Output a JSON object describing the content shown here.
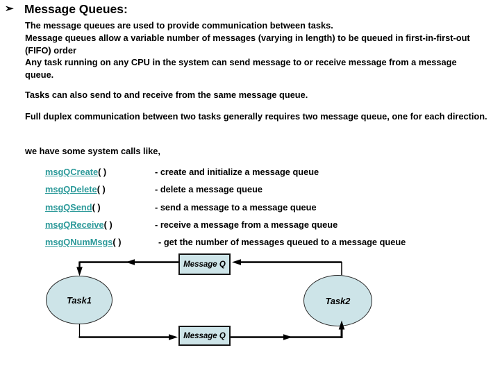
{
  "slide": {
    "bullet_icon": "➢",
    "title": "Message Queues:",
    "paragraphs": [
      "The message queues are used to provide communication between tasks.",
      "Message queues allow a variable number of messages (varying in length) to be queued in first-in-first-out (FIFO) order",
      "Any task running on any CPU in the system can send message to or receive message from a message queue.",
      "Tasks can also send to and receive from the same message queue.",
      "Full duplex communication between two tasks generally requires two message queue, one for each direction.",
      "we have some system calls like,"
    ],
    "system_calls": [
      {
        "name": "msgQCreate",
        "args": "( )",
        "desc": "- create and initialize a message queue"
      },
      {
        "name": "msgQDelete",
        "args": "( )",
        "desc": "- delete a message queue"
      },
      {
        "name": "msgQSend",
        "args": "( )",
        "desc": "- send a message to a message queue"
      },
      {
        "name": "msgQReceive",
        "args": "( )",
        "desc": "- receive a message from a message queue"
      },
      {
        "name": "msgQNumMsgs",
        "args": "( )",
        "desc": "- get the number of messages queued to a message queue"
      }
    ],
    "diagram": {
      "task1_label": "Task1",
      "task2_label": "Task2",
      "queue_top_label": "Message Q",
      "queue_bottom_label": "Message Q"
    },
    "colors": {
      "function_link_teal": "#2d9a9a",
      "shape_fill": "#cde4e8",
      "text": "#000000"
    }
  }
}
